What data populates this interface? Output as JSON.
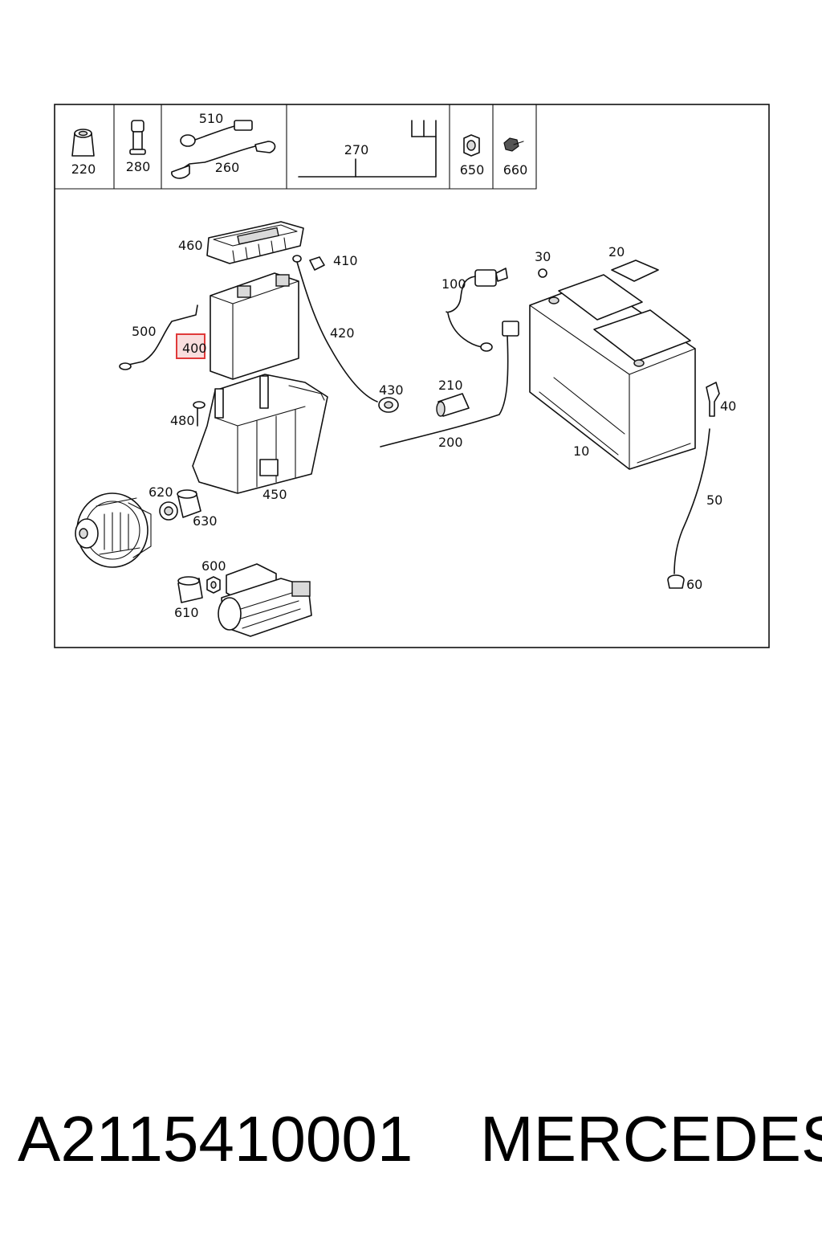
{
  "header_cells": [
    {
      "label": "220"
    },
    {
      "label": "280"
    },
    {
      "label": "510",
      "label2": "260"
    },
    {
      "label": "270"
    },
    {
      "label": "650"
    },
    {
      "label": "660"
    }
  ],
  "callouts": {
    "c460": "460",
    "c410": "410",
    "c500": "500",
    "c400": "400",
    "c420": "420",
    "c430": "430",
    "c480": "480",
    "c450": "450",
    "c620": "620",
    "c630": "630",
    "c600": "600",
    "c610": "610",
    "c100": "100",
    "c30": "30",
    "c20": "20",
    "c210": "210",
    "c200": "200",
    "c10": "10",
    "c40": "40",
    "c50": "50",
    "c60": "60"
  },
  "highlight_color": "#e03a3a",
  "footer": {
    "part_number": "A2115410001",
    "brand": "MERCEDES"
  }
}
